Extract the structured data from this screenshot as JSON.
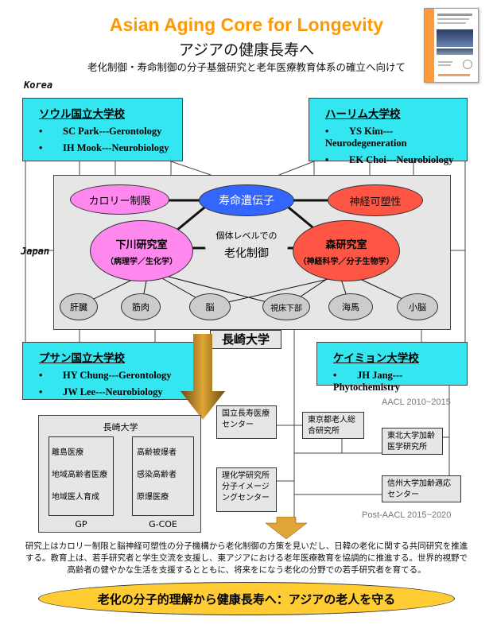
{
  "header": {
    "title": "Asian Aging Core for Longevity",
    "subtitle": "アジアの健康長寿へ",
    "tagline": "老化制御・寿命制御の分子基盤研究と老年医療教育体系の確立へ向けて"
  },
  "labels": {
    "korea": "Korea",
    "japan": "Japan"
  },
  "universities": {
    "seoul": {
      "name": "ソウル国立大学校",
      "members": [
        "SC Park---Gerontology",
        "IH Mook---Neurobiology"
      ]
    },
    "hallym": {
      "name": "ハーリム大学校",
      "members": [
        "YS Kim---Neurodegeneration",
        "EK Choi---Neurobiology"
      ]
    },
    "pusan": {
      "name": "プサン国立大学校",
      "members": [
        "HY Chung---Gerontology",
        "JW Lee---Neurobiology"
      ]
    },
    "keimyung": {
      "name": "ケイミョン大学校",
      "members": [
        "JH Jang---Phytochemistry"
      ]
    }
  },
  "core": {
    "calorie": "カロリー制限",
    "longevity_gene": "寿命遺伝子",
    "neuroplasticity": "神経可塑性",
    "shimokawa": {
      "name": "下川研究室",
      "sub": "（病理学／生化学）"
    },
    "mori": {
      "name": "森研究室",
      "sub": "（神経科学／分子生物学）"
    },
    "center": {
      "line1": "個体レベルでの",
      "line2": "老化制御"
    },
    "organs": [
      "肝臓",
      "筋肉",
      "脳",
      "視床下部",
      "海馬",
      "小脳"
    ]
  },
  "nagasaki": "長崎大学",
  "nagasaki_box": {
    "title": "長崎大学",
    "gp": [
      "離島医療",
      "地域高齢者医療",
      "地域医人育成"
    ],
    "gcoe": [
      "高齢被爆者",
      "感染高齢者",
      "原爆医療"
    ],
    "gp_label": "GP",
    "gcoe_label": "G-COE"
  },
  "partners": {
    "ncgg": "国立長寿医療センター",
    "tmig": "東京都老人総合研究所",
    "tohoku": "東北大学加齢医学研究所",
    "riken": "理化学研究所分子イメージングセンター",
    "shinshu": "信州大学加齢適応センター"
  },
  "periods": {
    "aacl": "AACL 2010~2015",
    "post": "Post-AACL 2015~2020"
  },
  "description": "研究上はカロリー制限と脳神経可塑性の分子機構から老化制御の方策を見いだし、日韓の老化に関する共同研究を推進する。教育上は、若手研究者と学生交流を支援し、東アジアにおける老年医療教育を協調的に推進する。世界的視野で高齢者の健やかな生活を支援するとともに、将来をになう老化の分野での若手研究者を育てる。",
  "bottom": "老化の分子的理解から健康長寿へ：アジアの老人を守る",
  "colors": {
    "title": "#ff9900",
    "university": "#33e6f0",
    "pink": "#ff88ee",
    "blue": "#3366ff",
    "red": "#ff5544",
    "banner": "#ffcc33"
  }
}
